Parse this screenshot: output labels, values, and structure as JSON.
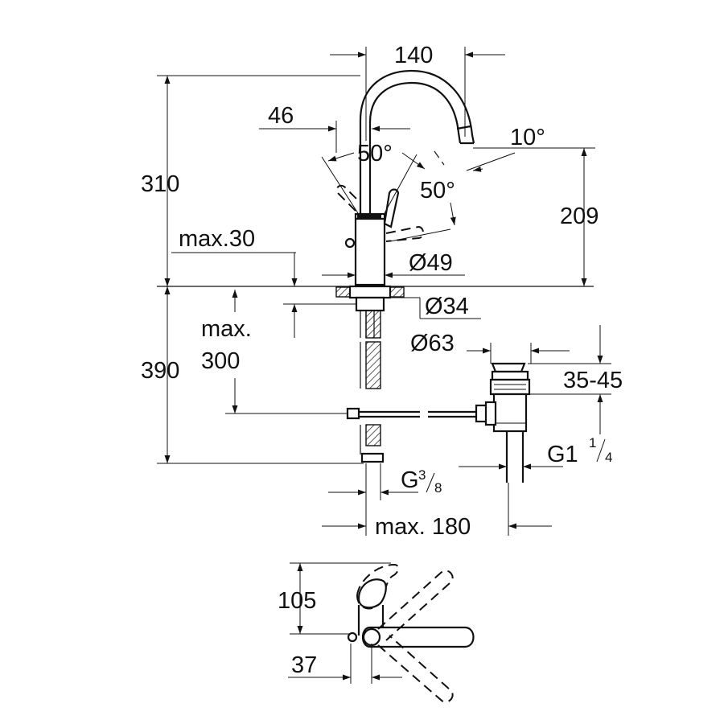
{
  "dimensions": {
    "width_140": "140",
    "offset_46": "46",
    "angle_handle": "50°",
    "angle_spout": "50°",
    "angle_tilt": "10°",
    "height_310": "310",
    "height_209": "209",
    "max_30": "max.30",
    "dia_49": "Ø49",
    "dia_34": "Ø34",
    "max_300_line1": "max.",
    "max_300_line2": "300",
    "height_390": "390",
    "dia_63": "Ø63",
    "range_35_45": "35-45",
    "thread_g1_main": "G1",
    "thread_g1_num": "1",
    "thread_g1_den": "4",
    "thread_g38_main": "G",
    "thread_g38_num": "3",
    "thread_g38_den": "8",
    "max_180": "max. 180",
    "plan_105": "105",
    "plan_37": "37"
  }
}
